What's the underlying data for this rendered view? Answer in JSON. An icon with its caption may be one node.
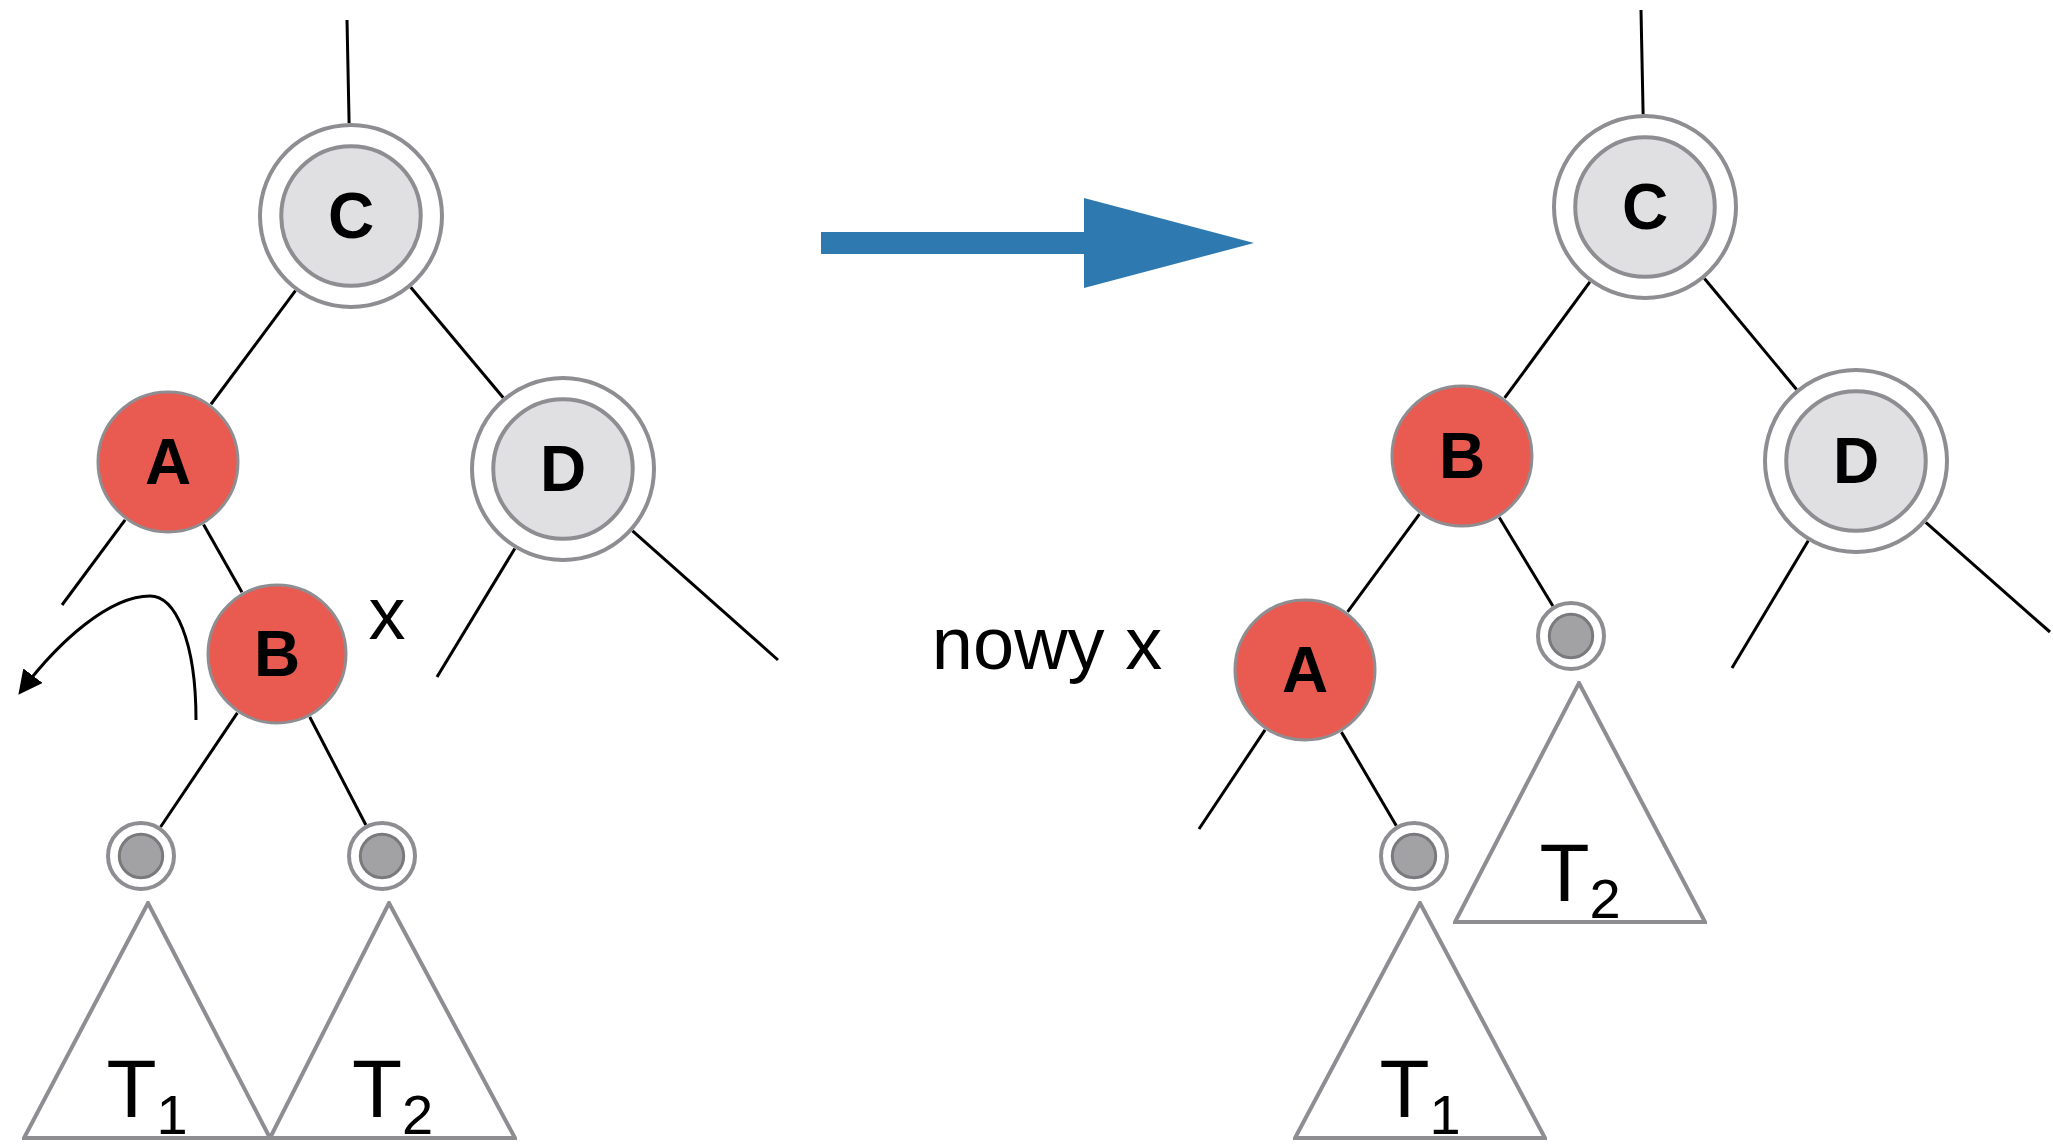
{
  "diagram": {
    "nodes": [
      {
        "text": [
          "C"
        ]
      },
      {
        "text": [
          "A"
        ]
      },
      {
        "text": [
          "D"
        ]
      },
      {
        "text": [
          "B"
        ],
        "beside": [
          "x"
        ]
      },
      {
        "text": [],
        "shape": "circle"
      },
      {
        "text": [],
        "shape": "circle"
      },
      {
        "text": [
          "T$_{1}$"
        ]
      },
      {
        "text": [
          "T$_{2}$"
        ]
      },
      {
        "text": [
          "C"
        ]
      },
      {
        "text": [
          "B"
        ]
      },
      {
        "text": [
          "D"
        ]
      },
      {
        "text": [
          "A"
        ],
        "beside": [
          "nowy x"
        ]
      },
      {
        "text": [],
        "shape": "circle"
      },
      {
        "text": [
          "T$_{2}$"
        ]
      },
      {
        "text": [],
        "shape": "circle"
      },
      {
        "text": [
          "T$_{1}$"
        ]
      }
    ],
    "edges": [
      {
        "from": null,
        "to": 0,
        "arrow": "none"
      },
      {
        "from": 0,
        "to": 1,
        "arrow": "none"
      },
      {
        "from": 0,
        "to": 2,
        "arrow": "none"
      },
      {
        "from": 1,
        "to": null,
        "arrow": "none"
      },
      {
        "from": 1,
        "to": 3,
        "arrow": "none"
      },
      {
        "from": 2,
        "to": null,
        "arrow": "none"
      },
      {
        "from": 2,
        "to": null,
        "arrow": "none"
      },
      {
        "from": 3,
        "to": 4,
        "arrow": "none"
      },
      {
        "from": 3,
        "to": 5,
        "arrow": "none"
      },
      {
        "from": null,
        "to": 8,
        "arrow": "none"
      },
      {
        "from": 8,
        "to": 9,
        "arrow": "none"
      },
      {
        "from": 8,
        "to": 10,
        "arrow": "none"
      },
      {
        "from": 9,
        "to": 11,
        "arrow": "none"
      },
      {
        "from": 9,
        "to": 12,
        "arrow": "none"
      },
      {
        "from": 10,
        "to": null,
        "arrow": "none"
      },
      {
        "from": 10,
        "to": null,
        "arrow": "none"
      },
      {
        "from": 11,
        "to": null,
        "arrow": "none"
      },
      {
        "from": 11,
        "to": 14,
        "arrow": "none"
      }
    ]
  }
}
